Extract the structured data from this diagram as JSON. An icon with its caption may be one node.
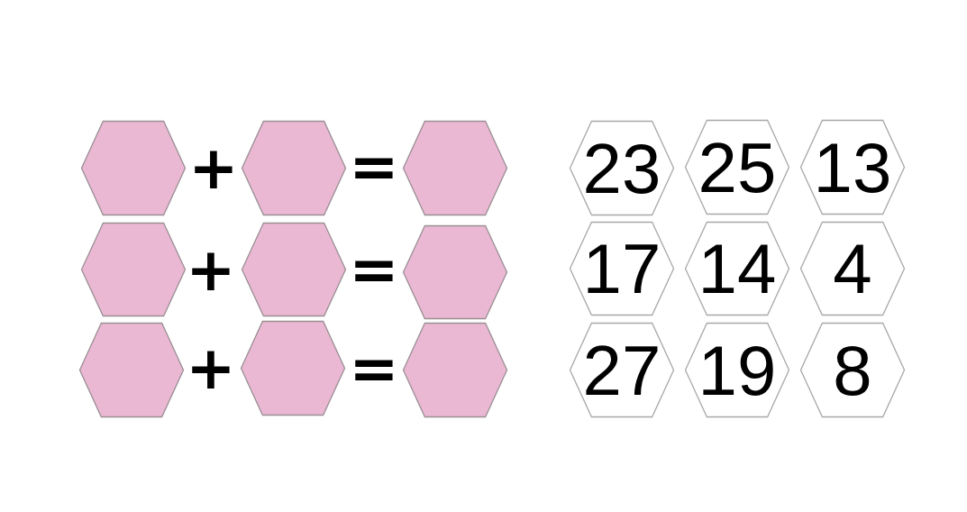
{
  "diagram": {
    "nodes": [
      {
        "text": [],
        "shape": "hexagon"
      },
      {
        "text": [],
        "shape": "hexagon"
      },
      {
        "text": [],
        "shape": "hexagon"
      },
      {
        "text": [],
        "shape": "hexagon"
      },
      {
        "text": [],
        "shape": "hexagon"
      },
      {
        "text": [],
        "shape": "hexagon"
      },
      {
        "text": [],
        "shape": "hexagon"
      },
      {
        "text": [],
        "shape": "hexagon"
      },
      {
        "text": [],
        "shape": "hexagon"
      },
      {
        "text": [
          "23"
        ]
      },
      {
        "text": [
          "25"
        ]
      },
      {
        "text": [
          "13"
        ]
      },
      {
        "text": [
          "17"
        ]
      },
      {
        "text": [
          "14"
        ]
      },
      {
        "text": [
          "4"
        ]
      },
      {
        "text": [
          "27"
        ]
      },
      {
        "text": [
          "19"
        ]
      },
      {
        "text": [
          "8"
        ]
      }
    ],
    "labels": [
      "+",
      "=",
      "+",
      "=",
      "+",
      "="
    ]
  }
}
